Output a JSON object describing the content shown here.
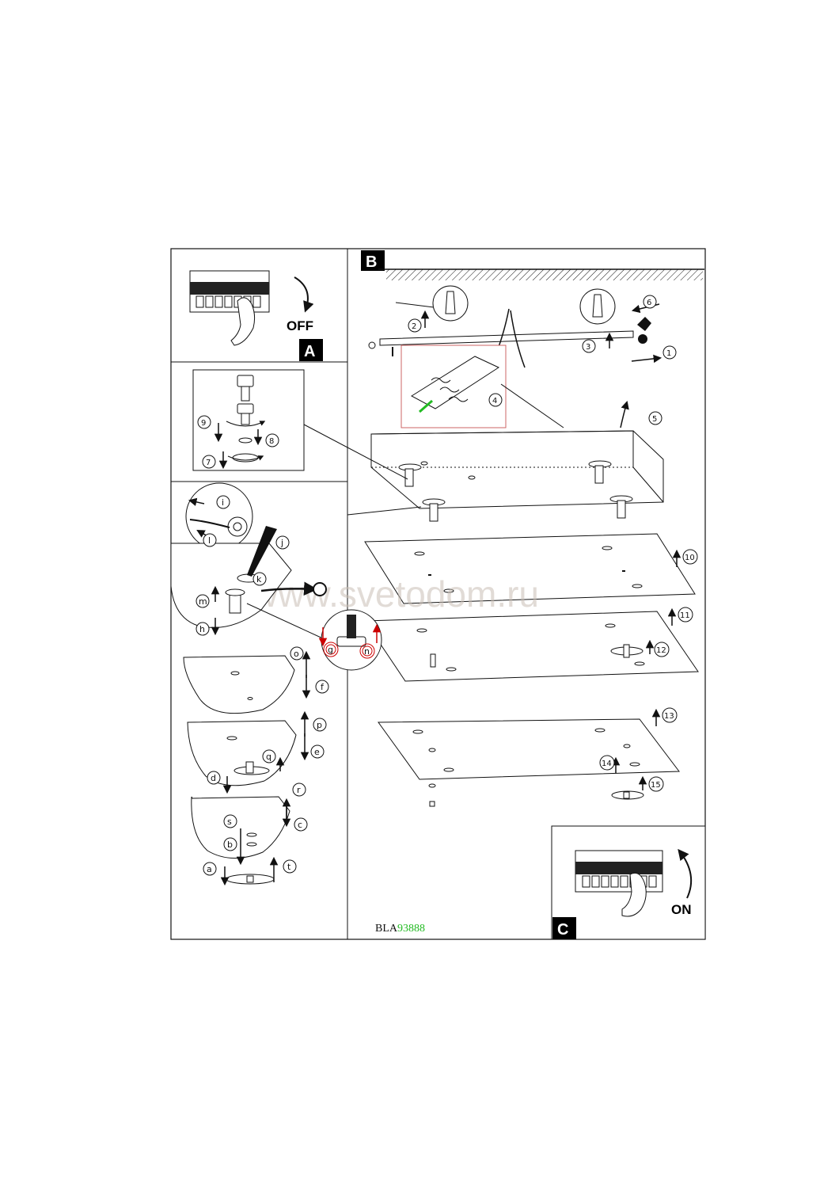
{
  "panels": {
    "a": {
      "letter": "A",
      "action": "OFF"
    },
    "b": {
      "letter": "B"
    },
    "c": {
      "letter": "C",
      "action": "ON"
    }
  },
  "steps": [
    "1",
    "2",
    "3",
    "4",
    "5",
    "6",
    "7",
    "8",
    "9",
    "10",
    "11",
    "12",
    "13",
    "14",
    "15"
  ],
  "callouts": [
    "a",
    "b",
    "c",
    "d",
    "e",
    "f",
    "g",
    "h",
    "i",
    "j",
    "k",
    "l",
    "m",
    "n",
    "o",
    "p",
    "q",
    "r",
    "s",
    "t"
  ],
  "watermark": "www.svetodom.ru",
  "model_code": {
    "prefix": "BLA",
    "number": "93888"
  },
  "colors": {
    "line": "#111111",
    "accent_red": "#cc0000",
    "code_green": "#22bb22",
    "watermark": "#c9bfb6"
  }
}
